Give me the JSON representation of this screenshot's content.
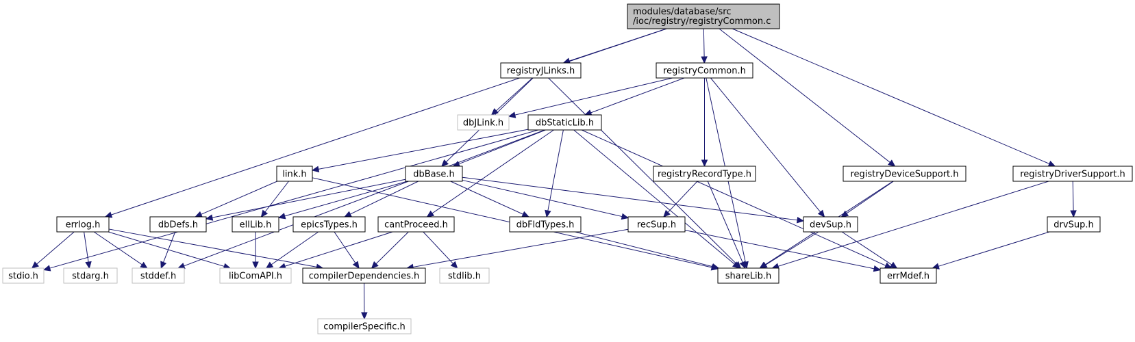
{
  "graph": {
    "title_lines": [
      "modules/database/src",
      "/ioc/registry/registryCommon.c"
    ],
    "colors": {
      "edge": "#191970",
      "root_fill": "#bfbfbf",
      "external_border": "#bfbfbf"
    },
    "nodes": [
      {
        "id": "root",
        "label": "modules/database/src /ioc/registry/registryCommon.c",
        "kind": "root"
      },
      {
        "id": "registryJLinks",
        "label": "registryJLinks.h",
        "kind": "normal"
      },
      {
        "id": "registryCommon",
        "label": "registryCommon.h",
        "kind": "normal"
      },
      {
        "id": "dbJLink",
        "label": "dbJLink.h",
        "kind": "external"
      },
      {
        "id": "dbStaticLib",
        "label": "dbStaticLib.h",
        "kind": "normal"
      },
      {
        "id": "link",
        "label": "link.h",
        "kind": "normal"
      },
      {
        "id": "dbBase",
        "label": "dbBase.h",
        "kind": "normal"
      },
      {
        "id": "registryRecordType",
        "label": "registryRecordType.h",
        "kind": "normal"
      },
      {
        "id": "registryDeviceSupport",
        "label": "registryDeviceSupport.h",
        "kind": "normal"
      },
      {
        "id": "registryDriverSupport",
        "label": "registryDriverSupport.h",
        "kind": "normal"
      },
      {
        "id": "errlog",
        "label": "errlog.h",
        "kind": "normal"
      },
      {
        "id": "dbDefs",
        "label": "dbDefs.h",
        "kind": "normal"
      },
      {
        "id": "ellLib",
        "label": "ellLib.h",
        "kind": "normal"
      },
      {
        "id": "epicsTypes",
        "label": "epicsTypes.h",
        "kind": "normal"
      },
      {
        "id": "cantProceed",
        "label": "cantProceed.h",
        "kind": "normal"
      },
      {
        "id": "dbFldTypes",
        "label": "dbFldTypes.h",
        "kind": "normal"
      },
      {
        "id": "recSup",
        "label": "recSup.h",
        "kind": "normal"
      },
      {
        "id": "devSup",
        "label": "devSup.h",
        "kind": "normal"
      },
      {
        "id": "drvSup",
        "label": "drvSup.h",
        "kind": "normal"
      },
      {
        "id": "stdio",
        "label": "stdio.h",
        "kind": "external"
      },
      {
        "id": "stdarg",
        "label": "stdarg.h",
        "kind": "external"
      },
      {
        "id": "stddef",
        "label": "stddef.h",
        "kind": "external"
      },
      {
        "id": "libComAPI",
        "label": "libComAPI.h",
        "kind": "external"
      },
      {
        "id": "compilerDependencies",
        "label": "compilerDependencies.h",
        "kind": "normal"
      },
      {
        "id": "stdlib",
        "label": "stdlib.h",
        "kind": "external"
      },
      {
        "id": "shareLib",
        "label": "shareLib.h",
        "kind": "normal"
      },
      {
        "id": "errMdef",
        "label": "errMdef.h",
        "kind": "normal"
      },
      {
        "id": "compilerSpecific",
        "label": "compilerSpecific.h",
        "kind": "external"
      }
    ],
    "edges": [
      [
        "root",
        "errlog"
      ],
      [
        "root",
        "registryJLinks"
      ],
      [
        "root",
        "registryCommon"
      ],
      [
        "root",
        "registryDeviceSupport"
      ],
      [
        "root",
        "registryDriverSupport"
      ],
      [
        "registryJLinks",
        "dbJLink"
      ],
      [
        "registryJLinks",
        "dbBase"
      ],
      [
        "registryJLinks",
        "shareLib"
      ],
      [
        "registryCommon",
        "dbJLink"
      ],
      [
        "registryCommon",
        "dbStaticLib"
      ],
      [
        "registryCommon",
        "registryRecordType"
      ],
      [
        "registryCommon",
        "shareLib"
      ],
      [
        "registryCommon",
        "devSup"
      ],
      [
        "dbStaticLib",
        "stdio"
      ],
      [
        "dbStaticLib",
        "stddef"
      ],
      [
        "dbStaticLib",
        "link"
      ],
      [
        "dbStaticLib",
        "dbBase"
      ],
      [
        "dbStaticLib",
        "cantProceed"
      ],
      [
        "dbStaticLib",
        "dbFldTypes"
      ],
      [
        "dbStaticLib",
        "shareLib"
      ],
      [
        "dbStaticLib",
        "errMdef"
      ],
      [
        "link",
        "dbDefs"
      ],
      [
        "link",
        "ellLib"
      ],
      [
        "link",
        "shareLib"
      ],
      [
        "dbBase",
        "dbDefs"
      ],
      [
        "dbBase",
        "ellLib"
      ],
      [
        "dbBase",
        "epicsTypes"
      ],
      [
        "dbBase",
        "dbFldTypes"
      ],
      [
        "dbBase",
        "recSup"
      ],
      [
        "dbBase",
        "devSup"
      ],
      [
        "registryRecordType",
        "recSup"
      ],
      [
        "registryRecordType",
        "shareLib"
      ],
      [
        "registryDeviceSupport",
        "devSup"
      ],
      [
        "registryDeviceSupport",
        "shareLib"
      ],
      [
        "registryDriverSupport",
        "drvSup"
      ],
      [
        "registryDriverSupport",
        "shareLib"
      ],
      [
        "errlog",
        "stdio"
      ],
      [
        "errlog",
        "stdarg"
      ],
      [
        "errlog",
        "stddef"
      ],
      [
        "errlog",
        "libComAPI"
      ],
      [
        "errlog",
        "compilerDependencies"
      ],
      [
        "dbDefs",
        "stddef"
      ],
      [
        "ellLib",
        "libComAPI"
      ],
      [
        "epicsTypes",
        "libComAPI"
      ],
      [
        "epicsTypes",
        "compilerDependencies"
      ],
      [
        "cantProceed",
        "libComAPI"
      ],
      [
        "cantProceed",
        "compilerDependencies"
      ],
      [
        "cantProceed",
        "stdlib"
      ],
      [
        "dbFldTypes",
        "shareLib"
      ],
      [
        "recSup",
        "compilerDependencies"
      ],
      [
        "recSup",
        "errMdef"
      ],
      [
        "devSup",
        "shareLib"
      ],
      [
        "devSup",
        "errMdef"
      ],
      [
        "drvSup",
        "errMdef"
      ],
      [
        "compilerDependencies",
        "compilerSpecific"
      ]
    ]
  }
}
